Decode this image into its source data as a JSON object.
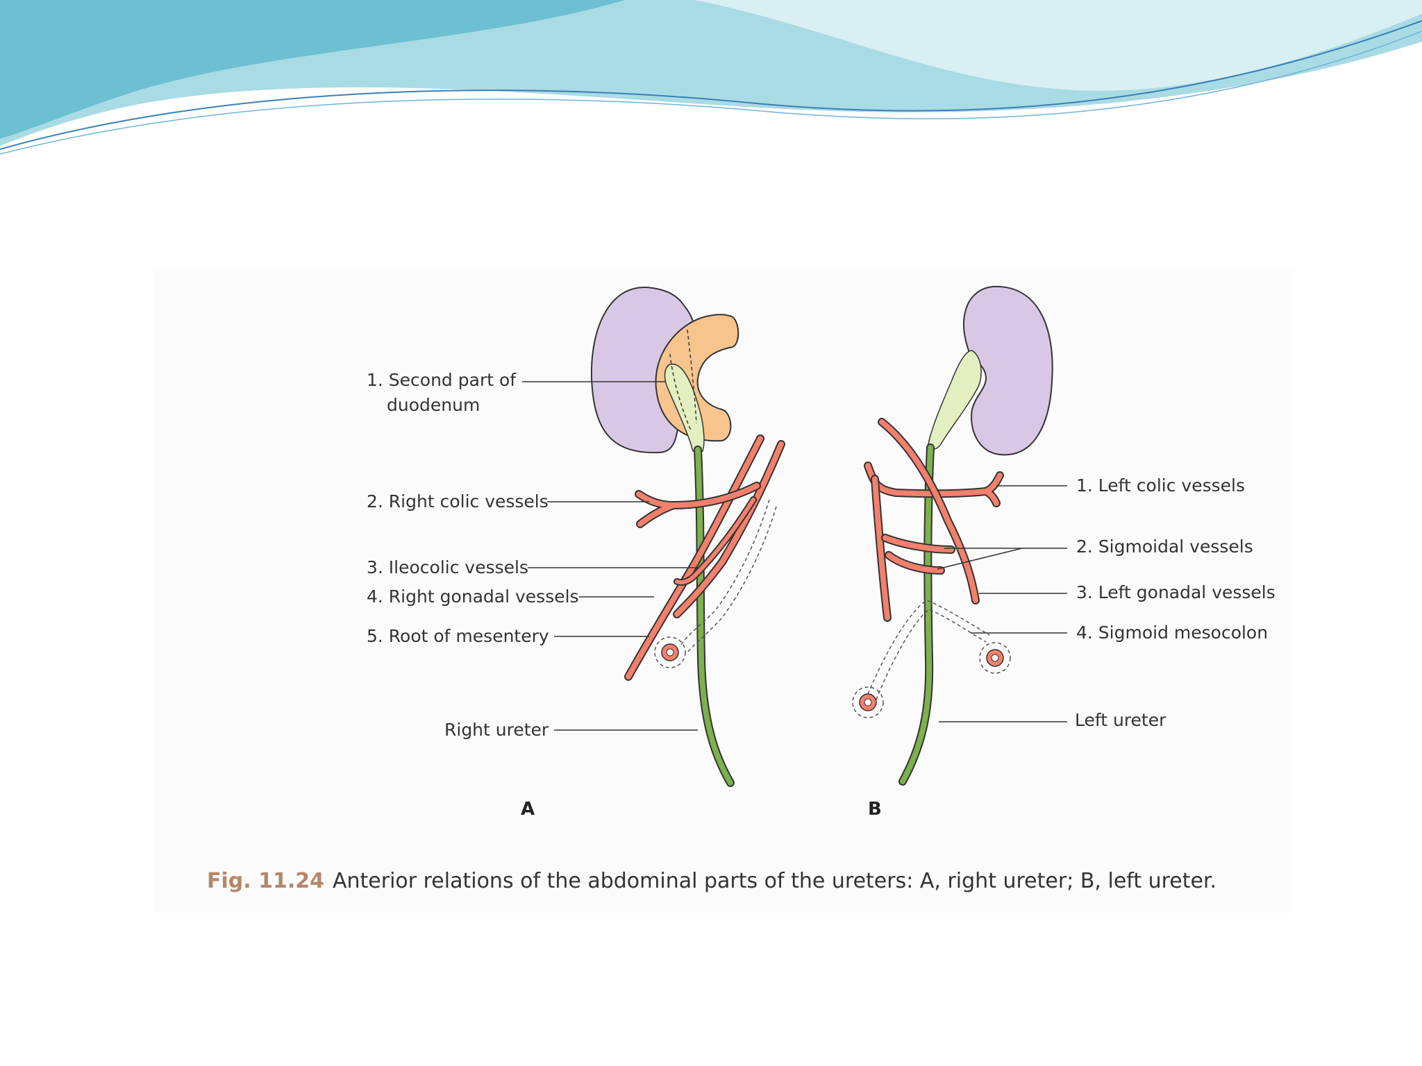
{
  "colors": {
    "kidney": "#d9c7e6",
    "duodenum": "#f7c48e",
    "ureter": "#7cb14e",
    "pelvis": "#e3efc0",
    "vessel": "#f3806c",
    "banner_light": "#a9dbe4",
    "banner_dark": "#6dbfd2",
    "caption_number": "#b5876a"
  },
  "diagram_a": {
    "letter": "A",
    "labels": [
      {
        "id": "second-part-duodenum",
        "lines": [
          "1. Second part of",
          "duodenum"
        ]
      },
      {
        "id": "right-colic-vessels",
        "lines": [
          "2. Right colic vessels"
        ]
      },
      {
        "id": "ileocolic-vessels",
        "lines": [
          "3. Ileocolic vessels"
        ]
      },
      {
        "id": "right-gonadal-vessels",
        "lines": [
          "4. Right gonadal vessels"
        ]
      },
      {
        "id": "root-of-mesentery",
        "lines": [
          "5. Root of mesentery"
        ]
      },
      {
        "id": "right-ureter",
        "lines": [
          "Right ureter"
        ]
      }
    ]
  },
  "diagram_b": {
    "letter": "B",
    "labels": [
      {
        "id": "left-colic-vessels",
        "lines": [
          "1. Left colic vessels"
        ]
      },
      {
        "id": "sigmoidal-vessels",
        "lines": [
          "2. Sigmoidal vessels"
        ]
      },
      {
        "id": "left-gonadal-vessels",
        "lines": [
          "3. Left gonadal vessels"
        ]
      },
      {
        "id": "sigmoid-mesocolon",
        "lines": [
          "4. Sigmoid mesocolon"
        ]
      },
      {
        "id": "left-ureter",
        "lines": [
          "Left ureter"
        ]
      }
    ]
  },
  "caption": {
    "figure_number": "Fig. 11.24",
    "text": "Anterior relations of the abdominal parts of the ureters: A, right ureter; B, left ureter."
  }
}
